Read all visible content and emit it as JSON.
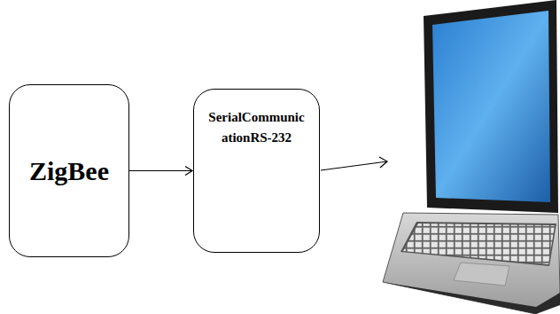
{
  "diagram": {
    "nodes": [
      {
        "text": [
          "ZigBee"
        ]
      },
      {
        "text": [
          "SerialCommunic ationRS-232"
        ]
      }
    ],
    "edges": [
      {
        "from": 0,
        "to": 1,
        "arrow": "to"
      }
    ]
  }
}
